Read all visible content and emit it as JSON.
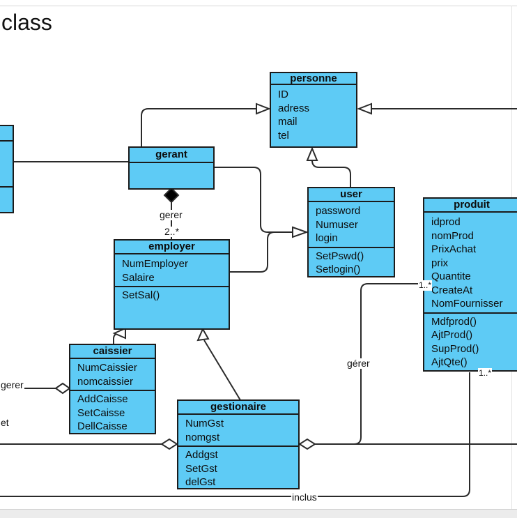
{
  "page": {
    "title": "class"
  },
  "classes": {
    "personne": {
      "name": "personne",
      "attributes": [
        "ID",
        "adress",
        "mail",
        "tel"
      ],
      "operations": []
    },
    "gerant": {
      "name": "gerant",
      "attributes": [],
      "operations": []
    },
    "user": {
      "name": "user",
      "attributes": [
        "password",
        "Numuser",
        "login"
      ],
      "operations": [
        "SetPswd()",
        "Setlogin()"
      ]
    },
    "produit": {
      "name": "produit",
      "attributes": [
        "idprod",
        "nomProd",
        "PrixAchat",
        "prix",
        "Quantite",
        "CreateAt",
        "NomFournisser"
      ],
      "operations": [
        "Mdfprod()",
        "AjtProd()",
        "SupProd()",
        "AjtQte()"
      ]
    },
    "employer": {
      "name": "employer",
      "attributes": [
        "NumEmployer",
        "Salaire"
      ],
      "operations": [
        "SetSal()"
      ]
    },
    "caissier": {
      "name": "caissier",
      "attributes": [
        "NumCaissier",
        "nomcaissier"
      ],
      "operations": [
        "AddCaisse",
        "SetCaisse",
        "DellCaisse"
      ]
    },
    "gestionaire": {
      "name": "gestionaire",
      "attributes": [
        "NumGst",
        "nomgst"
      ],
      "operations": [
        "Addgst",
        "SetGst",
        "delGst"
      ]
    }
  },
  "labels": {
    "gerer": "gerer",
    "mult_employer": "2..*",
    "gerer_accent": "gérer",
    "mult_produit_top": "1..*",
    "mult_produit_bottom": "1..*",
    "gerer_left": "gerer",
    "et_left": "et",
    "inclus": "inclus"
  },
  "colors": {
    "class_fill": "#5ecbf5",
    "line": "#2a2a2a"
  }
}
